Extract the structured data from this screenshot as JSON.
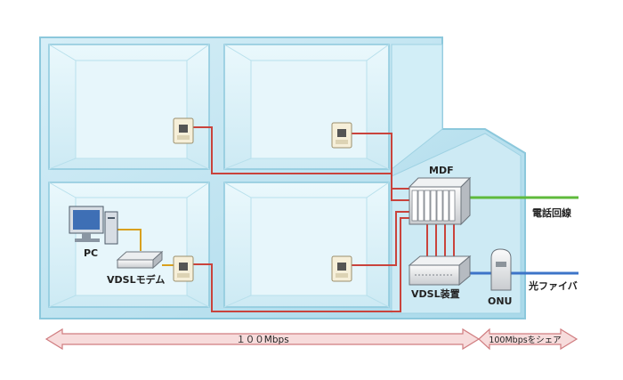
{
  "labels": {
    "pc": "PC",
    "vdsl_modem": "VDSLモデム",
    "mdf": "MDF",
    "vdsl_device": "VDSL装置",
    "onu": "ONU",
    "phone_line": "電話回線",
    "optical_fiber": "光ファイバ",
    "speed_indoor": "１００Mbps",
    "speed_shared": "100Mbpsをシェア"
  },
  "colors": {
    "building_face": "#dff3fa",
    "building_edge": "#8cc8dc",
    "utp_cable": "#c9433c",
    "phone_line": "#5fba3c",
    "optical_fiber": "#3d74c8",
    "arrow_fill": "#f7dcdc",
    "arrow_stroke": "#d07d80"
  }
}
